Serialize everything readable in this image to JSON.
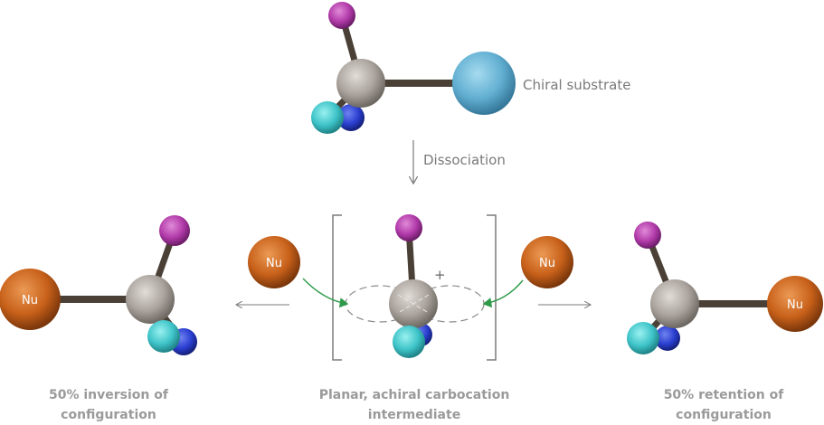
{
  "labels": {
    "substrate": "Chiral substrate",
    "dissociation": "Dissociation",
    "nucleophile": "Nu",
    "charge": "+",
    "inversion_line1": "50% inversion of",
    "inversion_line2": "configuration",
    "intermediate_line1": "Planar, achiral carbocation",
    "intermediate_line2": "intermediate",
    "retention_line1": "50% retention of",
    "retention_line2": "configuration"
  },
  "colors": {
    "carbon": "#b3aca6",
    "leaving_group": "#6fb8d8",
    "magenta": "#b13aa9",
    "cyan": "#3ec4c8",
    "blue": "#2a3fd0",
    "nucleophile": "#c8611a",
    "bond": "#4a4036",
    "attack_arrow": "#2e9a4a",
    "text": "#7a7a7a"
  }
}
